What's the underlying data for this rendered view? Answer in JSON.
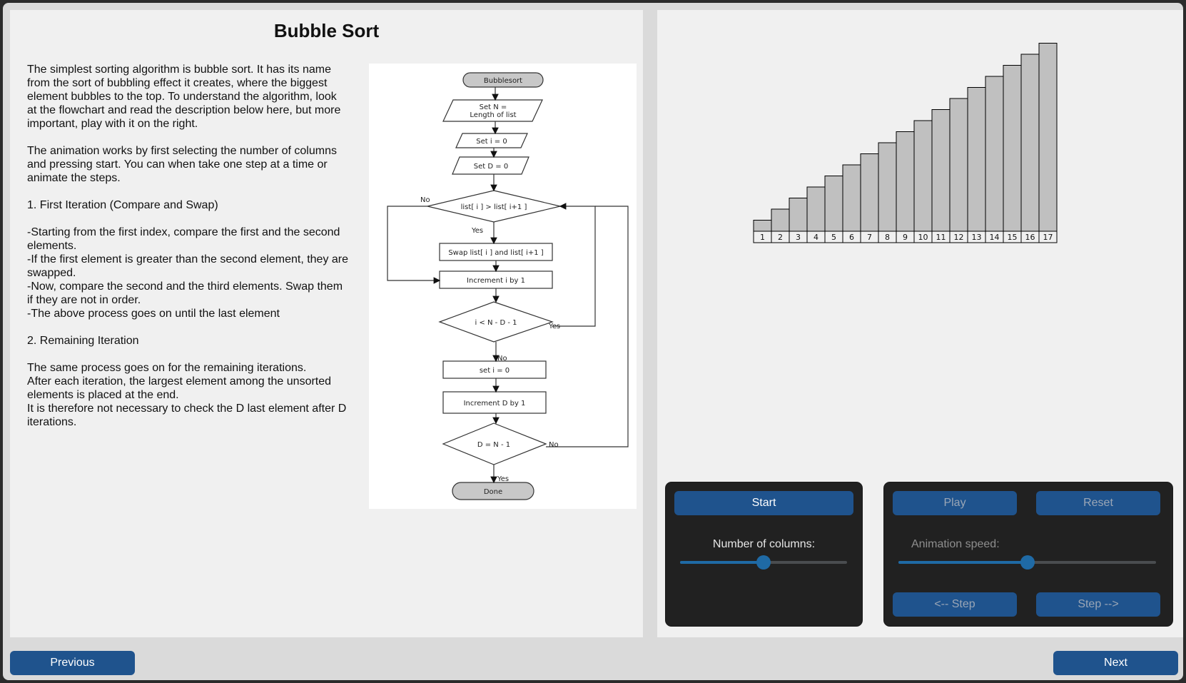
{
  "left_panel": {
    "title": "Bubble Sort",
    "paragraphs": [
      "The simplest sorting algorithm is bubble sort. It has its name from the sort of bubbling effect it creates, where the biggest element bubbles to the top. To understand the algorithm, look at the flowchart and read the description below here, but more important, play with it on the right.",
      "",
      "The animation works by first selecting the number of columns and pressing start. You can when take one step at a time or animate the steps.",
      "",
      "1. First Iteration (Compare and Swap)",
      "",
      "-Starting from the first index, compare the first and the second elements.",
      "-If the first element is greater than the second element, they are swapped.",
      "-Now, compare the second and the third elements. Swap them if they are not in order.",
      "-The above process goes on until the last element",
      "",
      "2. Remaining Iteration",
      "",
      "The same process goes on for the remaining iterations.",
      "After each iteration, the largest element among the unsorted elements is placed at the end.",
      "It is therefore not necessary to check the D last element after D iterations."
    ]
  },
  "flowchart": {
    "start": "Bubblesort",
    "set_n_line1": "Set N =",
    "set_n_line2": "Length of list",
    "set_i": "Set i = 0",
    "set_d": "Set D = 0",
    "compare": "list[ i ] > list[ i+1 ]",
    "swap": "Swap list[ i ] and list[ i+1 ]",
    "increment_i": "Increment i by 1",
    "check_i": "i < N - D - 1",
    "reset_i": "set i = 0",
    "increment_d": "Increment D by 1",
    "check_d": "D = N - 1",
    "done": "Done",
    "yes": "Yes",
    "no": "No"
  },
  "chart_data": {
    "type": "bar",
    "categories": [
      "1",
      "2",
      "3",
      "4",
      "5",
      "6",
      "7",
      "8",
      "9",
      "10",
      "11",
      "12",
      "13",
      "14",
      "15",
      "16",
      "17"
    ],
    "values": [
      1,
      2,
      3,
      4,
      5,
      6,
      7,
      8,
      9,
      10,
      11,
      12,
      13,
      14,
      15,
      16,
      17
    ],
    "title": "",
    "xlabel": "",
    "ylabel": "",
    "bar_color": "#c0c0c0",
    "edge_color": "#000000"
  },
  "controls": {
    "start_label": "Start",
    "columns_label": "Number of columns:",
    "columns_value": 0.5,
    "play_label": "Play",
    "reset_label": "Reset",
    "speed_label": "Animation speed:",
    "speed_value": 0.5,
    "step_back_label": "<-- Step",
    "step_forward_label": "Step -->",
    "panel_bg": "#212121",
    "button_color": "#1f538d",
    "accent": "#1f6aa5"
  },
  "navigation": {
    "previous_label": "Previous",
    "next_label": "Next"
  }
}
